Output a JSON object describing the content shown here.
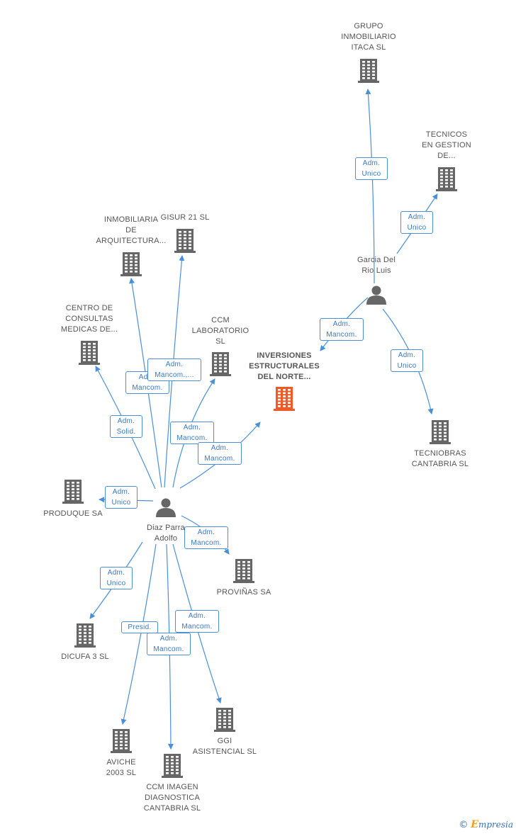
{
  "colors": {
    "edge": "#4a90d9",
    "building": "#666666",
    "building_main": "#f05a28",
    "person": "#666666",
    "label_text": "#555555",
    "rel_text": "#3a78c4"
  },
  "nodes": [
    {
      "id": "itaca",
      "type": "company",
      "lines": [
        "GRUPO",
        "INMOBILIARIO",
        "ITACA  SL"
      ],
      "label_pos": "above"
    },
    {
      "id": "tecnicos",
      "type": "company",
      "lines": [
        "TECNICOS",
        "EN GESTION",
        "DE..."
      ],
      "label_pos": "above"
    },
    {
      "id": "garcia",
      "type": "person",
      "lines": [
        "Garcia Del",
        "Rio Luis"
      ],
      "label_pos": "above"
    },
    {
      "id": "inversiones",
      "type": "company_main",
      "lines": [
        "INVERSIONES",
        "ESTRUCTURALES",
        "DEL NORTE..."
      ],
      "label_pos": "above"
    },
    {
      "id": "tecniobras",
      "type": "company",
      "lines": [
        "TECNIOBRAS",
        "CANTABRIA SL"
      ],
      "label_pos": "below"
    },
    {
      "id": "inmobiliaria",
      "type": "company",
      "lines": [
        "INMOBILIARIA",
        "DE",
        "ARQUITECTURA..."
      ],
      "label_pos": "above"
    },
    {
      "id": "gisur",
      "type": "company",
      "lines": [
        "GISUR 21 SL"
      ],
      "label_pos": "above"
    },
    {
      "id": "centro",
      "type": "company",
      "lines": [
        "CENTRO DE",
        "CONSULTAS",
        "MEDICAS DE..."
      ],
      "label_pos": "above"
    },
    {
      "id": "ccmlab",
      "type": "company",
      "lines": [
        "CCM",
        "LABORATORIO",
        "SL"
      ],
      "label_pos": "above"
    },
    {
      "id": "produque",
      "type": "company",
      "lines": [
        "PRODUQUE SA"
      ],
      "label_pos": "below"
    },
    {
      "id": "diaz",
      "type": "person",
      "lines": [
        "Diaz Parra",
        "Adolfo"
      ],
      "label_pos": "below"
    },
    {
      "id": "provinas",
      "type": "company",
      "lines": [
        "PROVIÑAS SA"
      ],
      "label_pos": "below"
    },
    {
      "id": "dicufa",
      "type": "company",
      "lines": [
        "DICUFA 3 SL"
      ],
      "label_pos": "below"
    },
    {
      "id": "ggi",
      "type": "company",
      "lines": [
        "GGI",
        "ASISTENCIAL SL"
      ],
      "label_pos": "below"
    },
    {
      "id": "aviche",
      "type": "company",
      "lines": [
        "AVICHE",
        "2003 SL"
      ],
      "label_pos": "below"
    },
    {
      "id": "ccmimagen",
      "type": "company",
      "lines": [
        "CCM IMAGEN",
        "DIAGNOSTICA",
        "CANTABRIA  SL"
      ],
      "label_pos": "below"
    }
  ],
  "edges": [
    {
      "from": "garcia",
      "to": "itaca",
      "lines": [
        "Adm.",
        "Unico"
      ]
    },
    {
      "from": "garcia",
      "to": "tecnicos",
      "lines": [
        "Adm.",
        "Unico"
      ]
    },
    {
      "from": "garcia",
      "to": "inversiones",
      "lines": [
        "Adm.",
        "Mancom."
      ]
    },
    {
      "from": "garcia",
      "to": "tecniobras",
      "lines": [
        "Adm.",
        "Unico"
      ]
    },
    {
      "from": "diaz",
      "to": "inmobiliaria",
      "lines": [
        "Adm.",
        "Mancom."
      ]
    },
    {
      "from": "diaz",
      "to": "gisur",
      "lines": [
        "Adm.",
        "Mancom.,..."
      ]
    },
    {
      "from": "diaz",
      "to": "centro",
      "lines": [
        "Adm.",
        "Solid."
      ]
    },
    {
      "from": "diaz",
      "to": "ccmlab",
      "lines": [
        "Adm.",
        "Mancom."
      ]
    },
    {
      "from": "diaz",
      "to": "inversiones",
      "lines": [
        "Adm.",
        "Mancom."
      ]
    },
    {
      "from": "diaz",
      "to": "produque",
      "lines": [
        "Adm.",
        "Unico"
      ]
    },
    {
      "from": "diaz",
      "to": "provinas",
      "lines": [
        "Adm.",
        "Mancom."
      ]
    },
    {
      "from": "diaz",
      "to": "dicufa",
      "lines": [
        "Adm.",
        "Unico"
      ]
    },
    {
      "from": "diaz",
      "to": "aviche",
      "lines": [
        "Presid."
      ]
    },
    {
      "from": "diaz",
      "to": "ggi",
      "lines": [
        "Adm.",
        "Mancom."
      ]
    },
    {
      "from": "diaz",
      "to": "ccmimagen",
      "lines": [
        "Adm.",
        "Mancom."
      ]
    }
  ],
  "footer": {
    "copyright": "©",
    "brand_initial": "E",
    "brand_rest": "mpresia"
  }
}
